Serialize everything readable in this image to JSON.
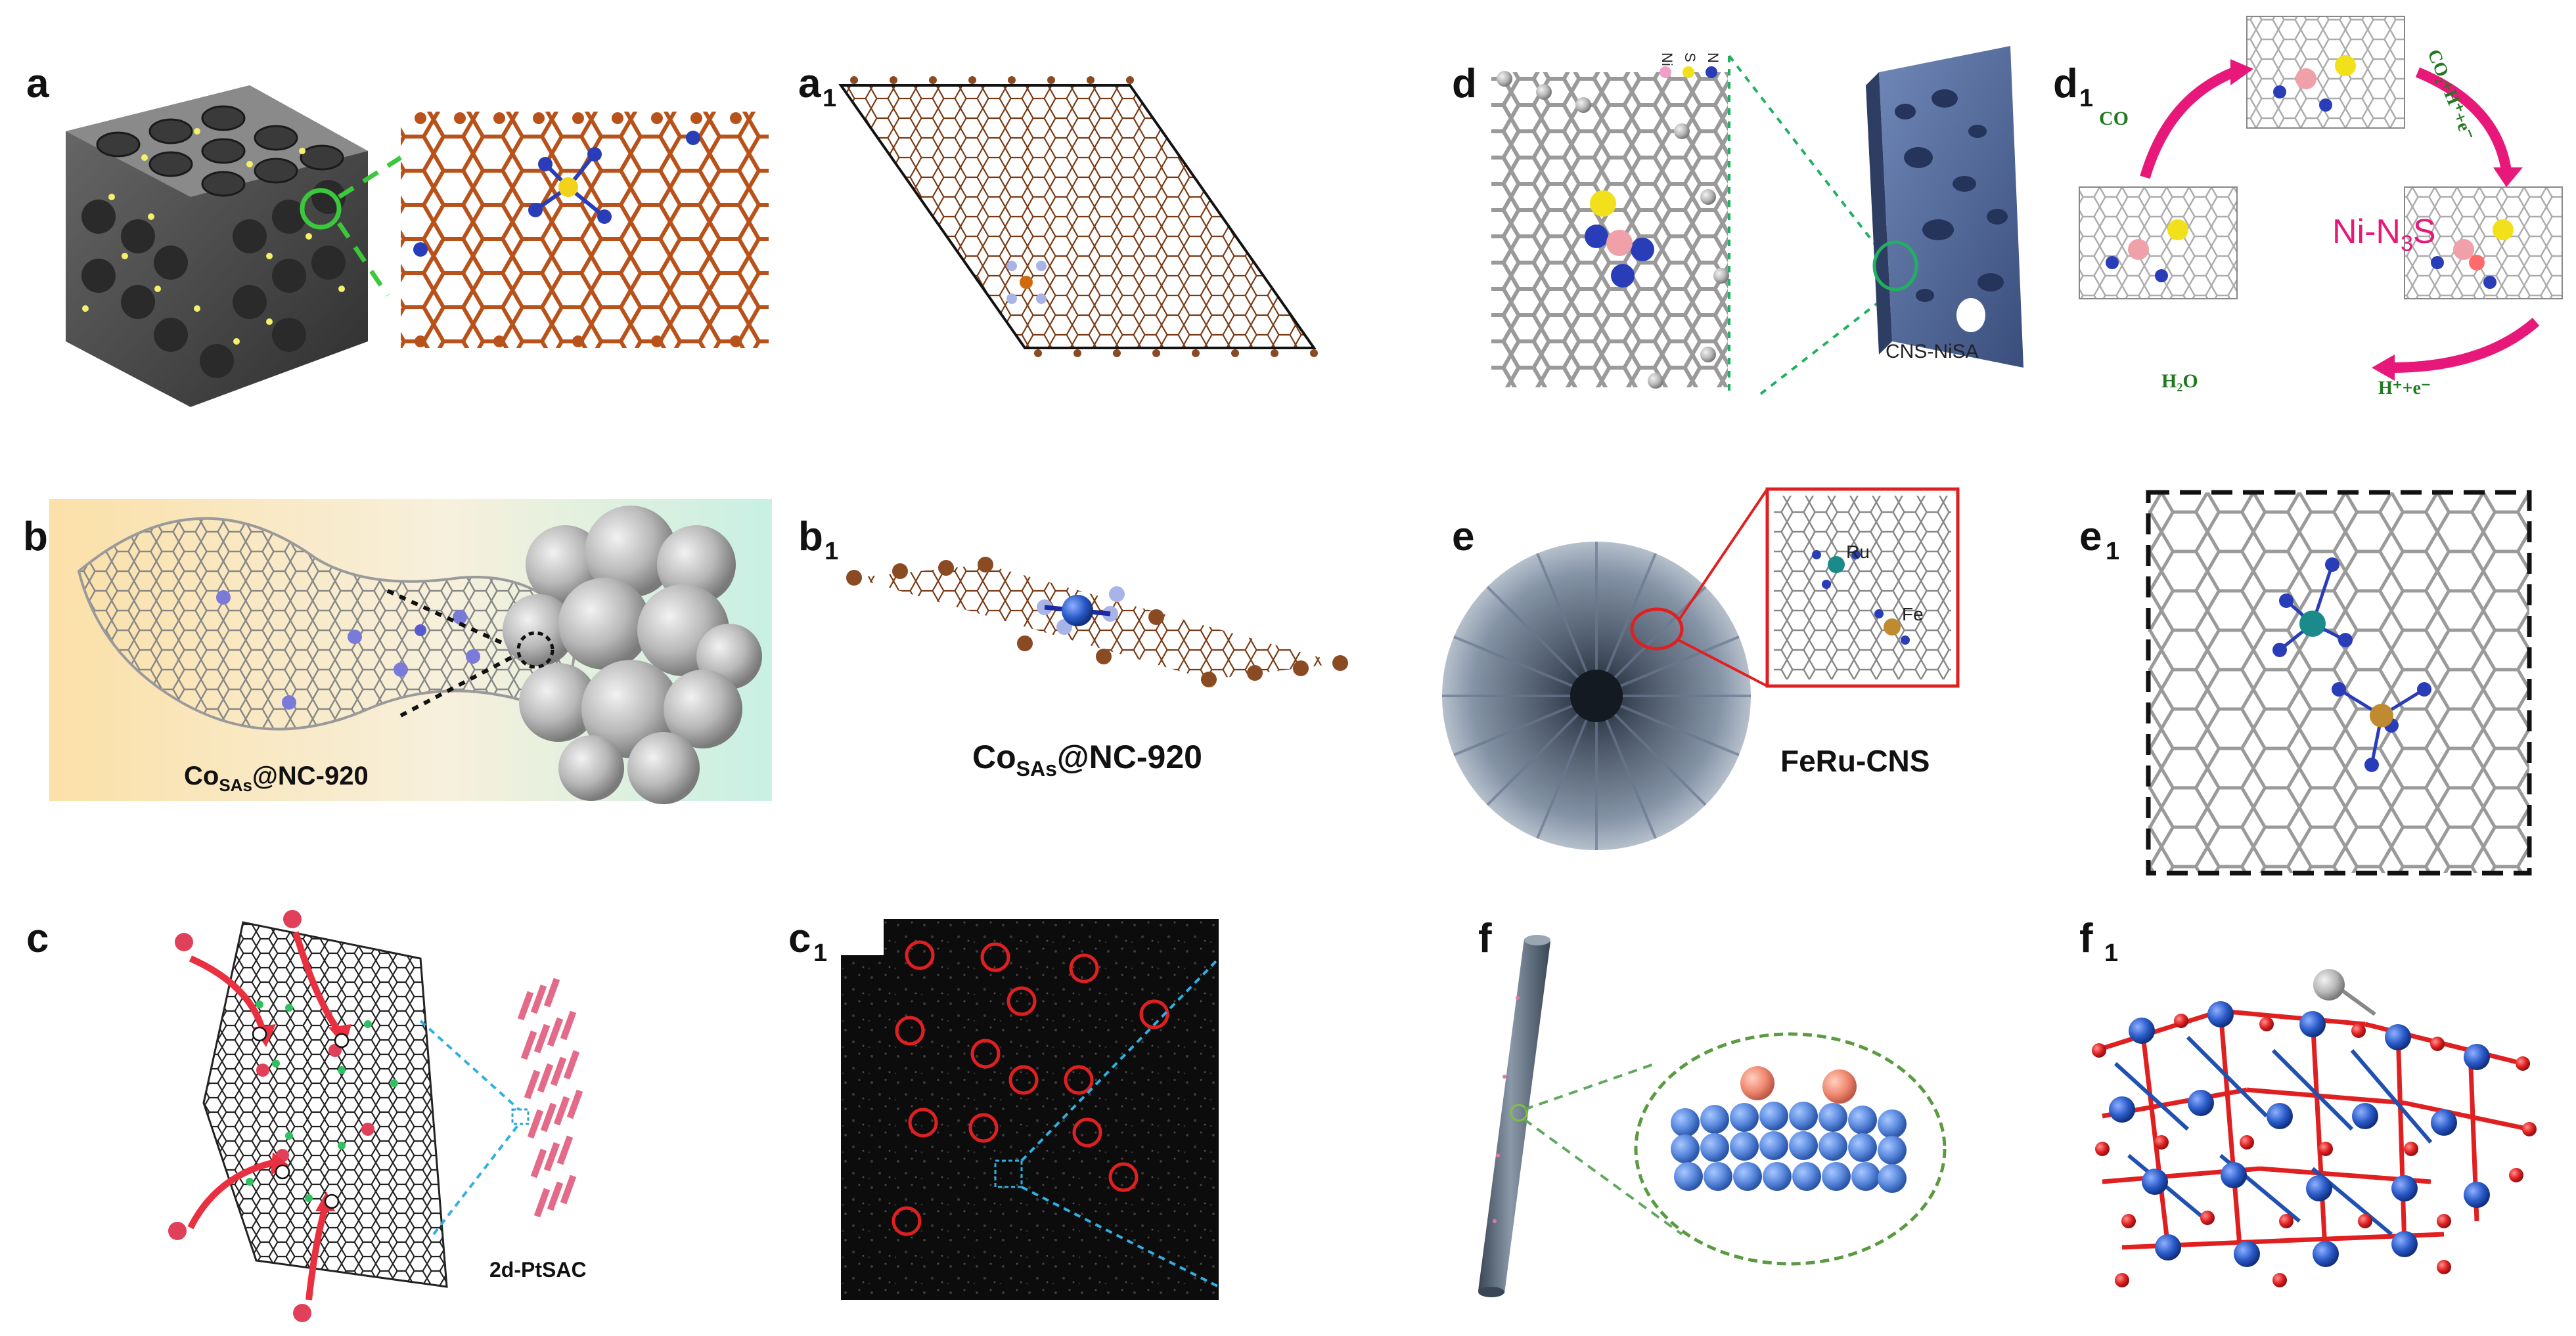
{
  "panel_labels": {
    "a": "a",
    "a1_main": "a",
    "a1_sub": "1",
    "b": "b",
    "b1_main": "b",
    "b1_sub": "1",
    "c": "c",
    "c1_main": "c",
    "c1_sub": "1",
    "d": "d",
    "d1_main": "d",
    "d1_sub": "1",
    "e": "e",
    "e1_main": "e",
    "e1_sub": "1",
    "f": "f",
    "f1_main": "f",
    "f1_sub": "1"
  },
  "captions": {
    "b_cap_main": "Co",
    "b_cap_sub": "SAs",
    "b_cap_rest": "@NC-920",
    "b1_cap_main": "Co",
    "b1_cap_sub": "SAs",
    "b1_cap_rest": "@NC-920",
    "c_cap": "2d-PtSAC",
    "d_cap": "CNS-NiSA",
    "e_cap": "FeRu-CNS",
    "e_inset_ru": "Ru",
    "e_inset_fe": "Fe"
  },
  "d_legend": {
    "ni": "Ni",
    "s": "S",
    "n": "N"
  },
  "d1_cycle": {
    "center_main": "Ni-N",
    "center_sub": "3",
    "center_rest": "S",
    "co": "CO",
    "h2o": "H₂O",
    "co2_step": "CO₂+H⁺+e⁻",
    "h_step": "H⁺+e⁻"
  },
  "colors": {
    "carbon_orange": "#b8521a",
    "carbon_brown": "#8a4a22",
    "carbon_gray": "#9a9a9a",
    "nitrogen_blue": "#2a3db8",
    "sulfur_yellow": "#f2d21a",
    "nickel_pink": "#f0a0a8",
    "platinum_red": "#e0405a",
    "cycle_arrow": "#e8187a",
    "cycle_label_green": "#1f7a1f",
    "ru_teal": "#1a8a8a",
    "fe_orange": "#c08a30",
    "oxygen_red": "#e02020",
    "metal_blue": "#2050b0"
  }
}
